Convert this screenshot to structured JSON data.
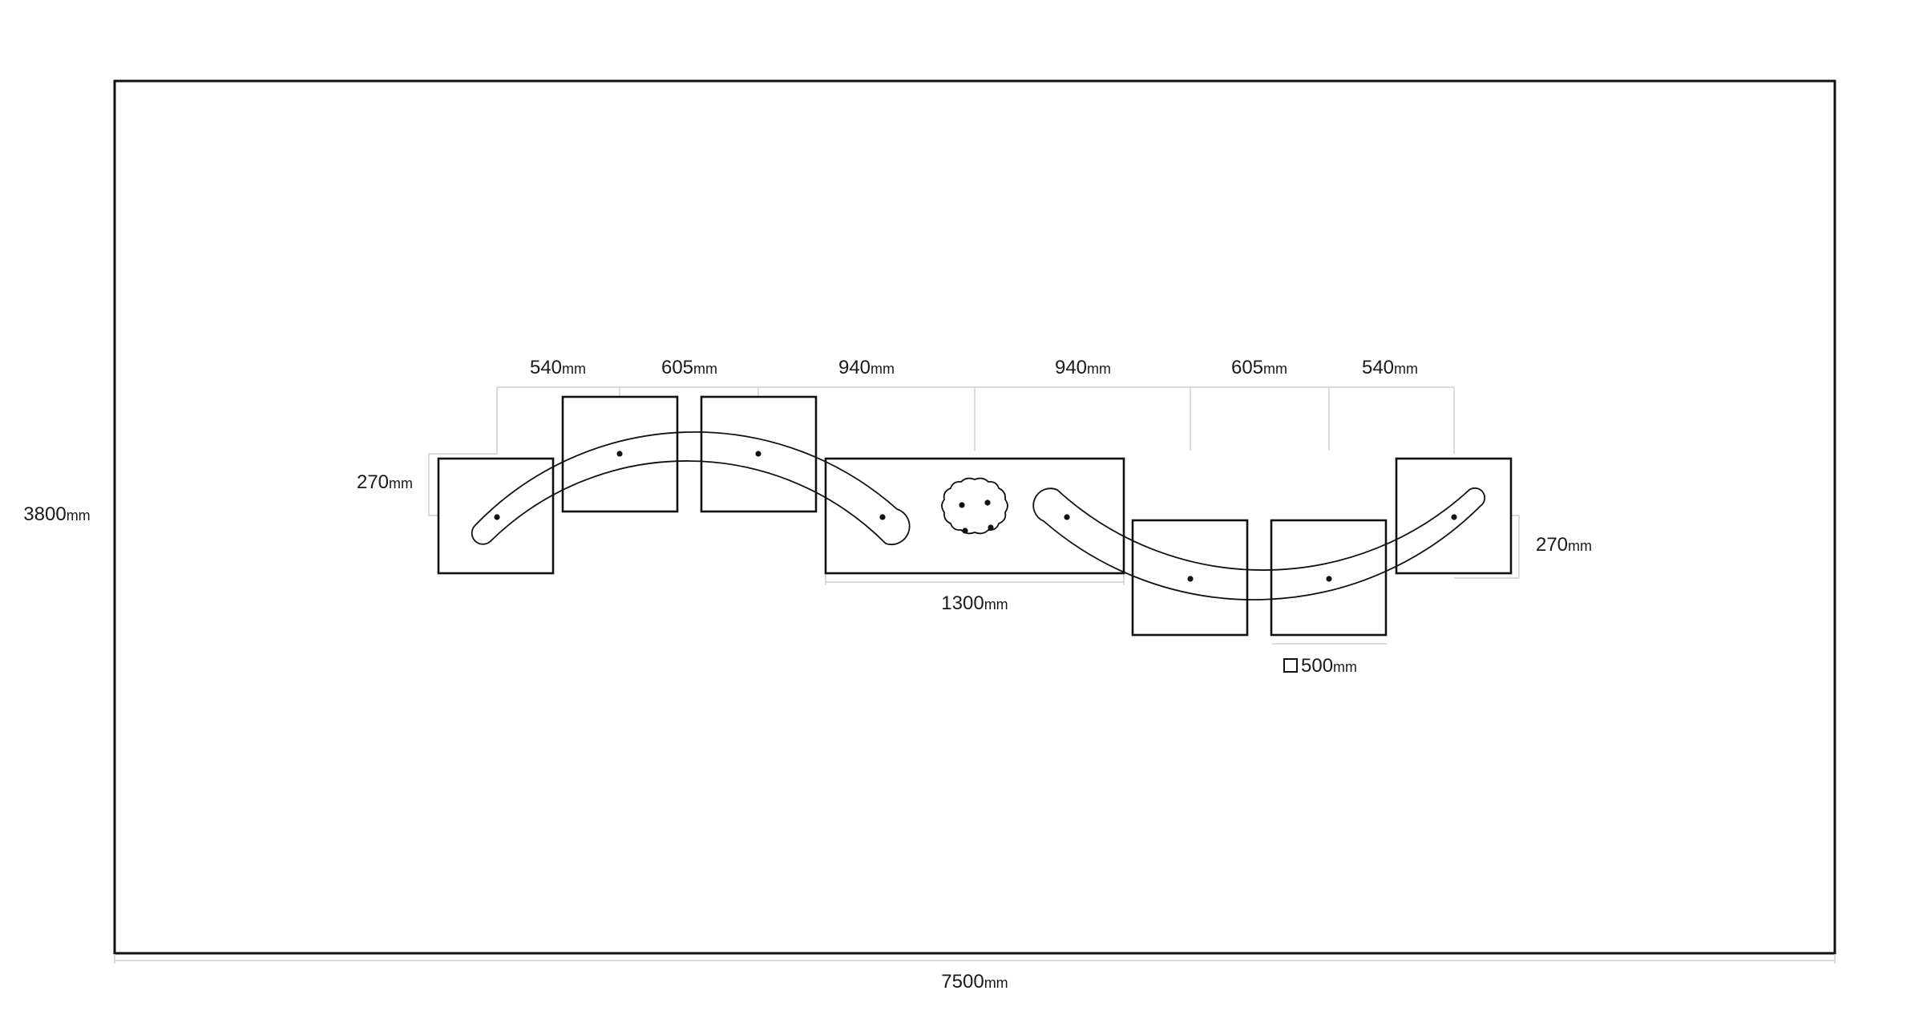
{
  "unit": "mm",
  "overall": {
    "width": "7500",
    "height": "3800"
  },
  "top_dimensions": [
    "540",
    "605",
    "940",
    "940",
    "605",
    "540"
  ],
  "left_offset": "270",
  "right_offset": "270",
  "center_table_length": "1300",
  "module_size": "500",
  "colors": {
    "line": "#111111",
    "dimension_line": "#cfcfcf",
    "text": "#1a1a1a",
    "background": "#ffffff"
  }
}
